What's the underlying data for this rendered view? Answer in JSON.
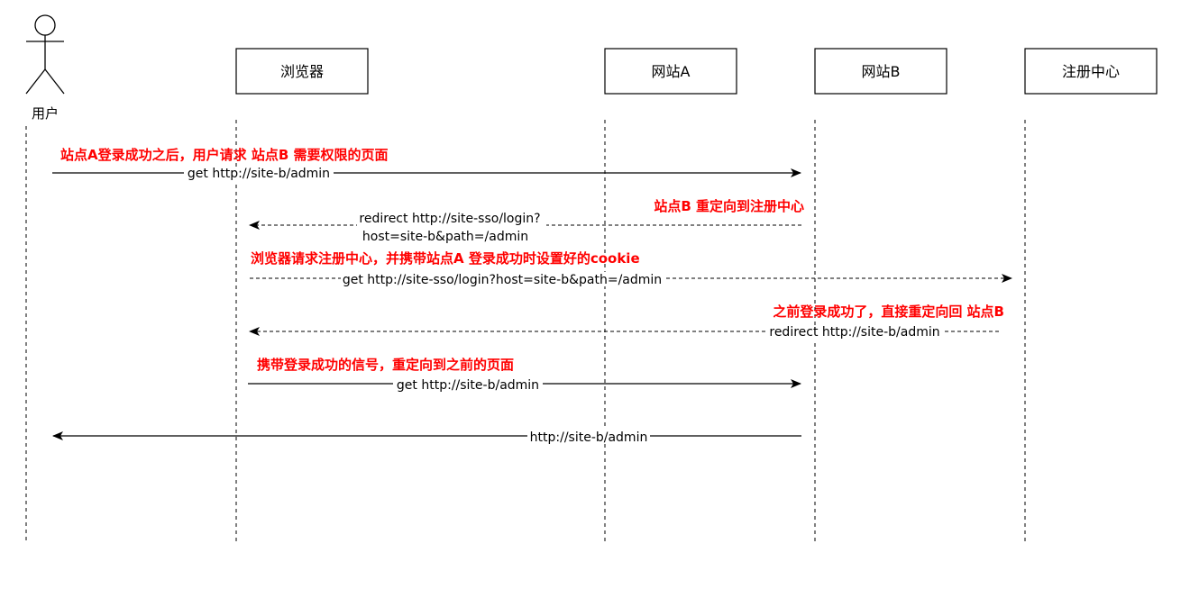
{
  "actor": {
    "label": "用户"
  },
  "participants": [
    {
      "id": "browser",
      "label": "浏览器"
    },
    {
      "id": "site_a",
      "label": "网站A"
    },
    {
      "id": "site_b",
      "label": "网站B"
    },
    {
      "id": "sso",
      "label": "注册中心"
    }
  ],
  "messages": [
    {
      "id": "m1",
      "from": "user",
      "to": "site_b",
      "style": "solid",
      "note": "站点A登录成功之后，用户请求 站点B 需要权限的页面",
      "label": [
        "get http://site-b/admin"
      ]
    },
    {
      "id": "m2",
      "from": "site_b",
      "to": "browser",
      "style": "dashed",
      "note": "站点B 重定向到注册中心",
      "label": [
        "redirect http://site-sso/login?",
        "host=site-b&path=/admin"
      ]
    },
    {
      "id": "m3",
      "from": "browser",
      "to": "sso",
      "style": "dashed",
      "note": "浏览器请求注册中心，并携带站点A 登录成功时设置好的cookie",
      "label": [
        "get http://site-sso/login?host=site-b&path=/admin"
      ]
    },
    {
      "id": "m4",
      "from": "sso",
      "to": "browser",
      "style": "dashed",
      "note": "之前登录成功了，直接重定向回 站点B",
      "label": [
        "redirect http://site-b/admin"
      ]
    },
    {
      "id": "m5",
      "from": "browser",
      "to": "site_b",
      "style": "solid",
      "note": "携带登录成功的信号，重定向到之前的页面",
      "label": [
        "get http://site-b/admin"
      ]
    },
    {
      "id": "m6",
      "from": "site_b",
      "to": "user",
      "style": "solid",
      "note": "",
      "label": [
        "http://site-b/admin"
      ]
    }
  ],
  "colors": {
    "line": "#000000",
    "note": "#ff0000",
    "background": "#ffffff"
  }
}
